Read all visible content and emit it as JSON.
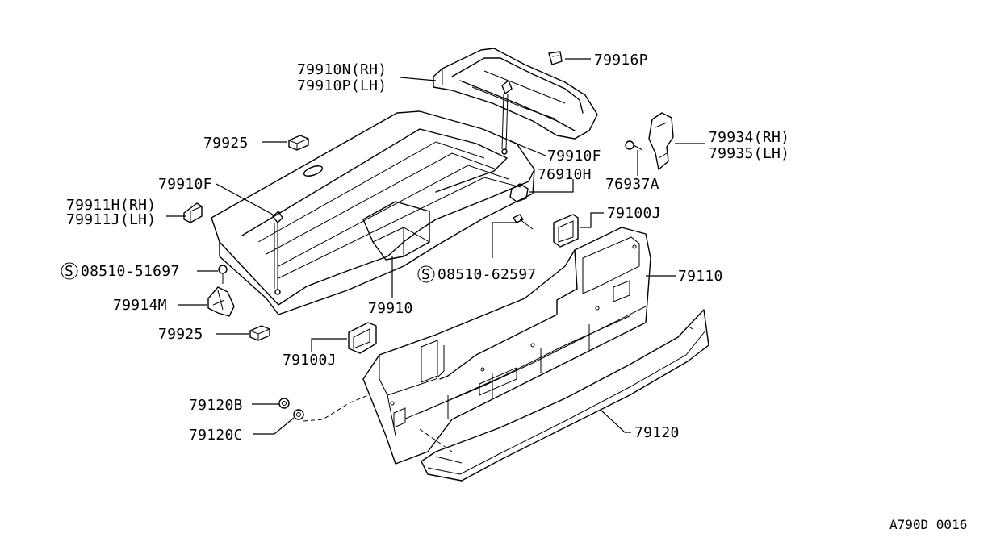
{
  "diagram_code": "A790D 0016",
  "labels": {
    "l_79910N": "79910N(RH)",
    "l_79910P": "79910P(LH)",
    "l_79916P": "79916P",
    "l_79925a": "79925",
    "l_79910Fr": "79910F",
    "l_79910Fl": "79910F",
    "l_79934": "79934(RH)",
    "l_79935": "79935(LH)",
    "l_76910H": "76910H",
    "l_76937A": "76937A",
    "l_79911H": "79911H(RH)",
    "l_79911J": "79911J(LH)",
    "l_79100Jr": "79100J",
    "l_08510_51697": "08510-51697",
    "l_08510_62597": "08510-62597",
    "l_79110": "79110",
    "l_79914M": "79914M",
    "l_79910": "79910",
    "l_79925b": "79925",
    "l_79100Jl": "79100J",
    "l_79120B": "79120B",
    "l_79120C": "79120C",
    "l_79120": "79120"
  },
  "symbols": {
    "standard_part_mark": "S"
  }
}
